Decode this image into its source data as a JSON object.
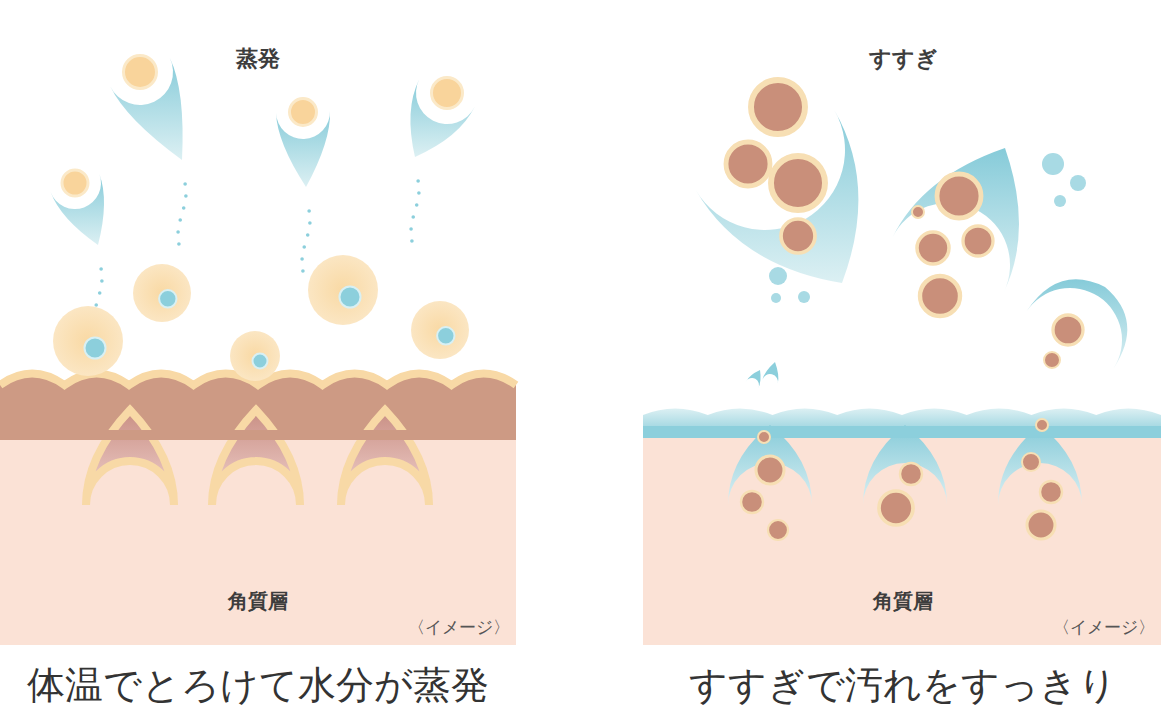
{
  "diagram": {
    "labels": [
      "蒸発",
      "すすぎ",
      "角質層",
      "〈イメージ〉",
      "角質層",
      "〈イメージ〉",
      "体温でとろけて水分が蒸発",
      "すすぎで汚れをすっきり"
    ]
  }
}
